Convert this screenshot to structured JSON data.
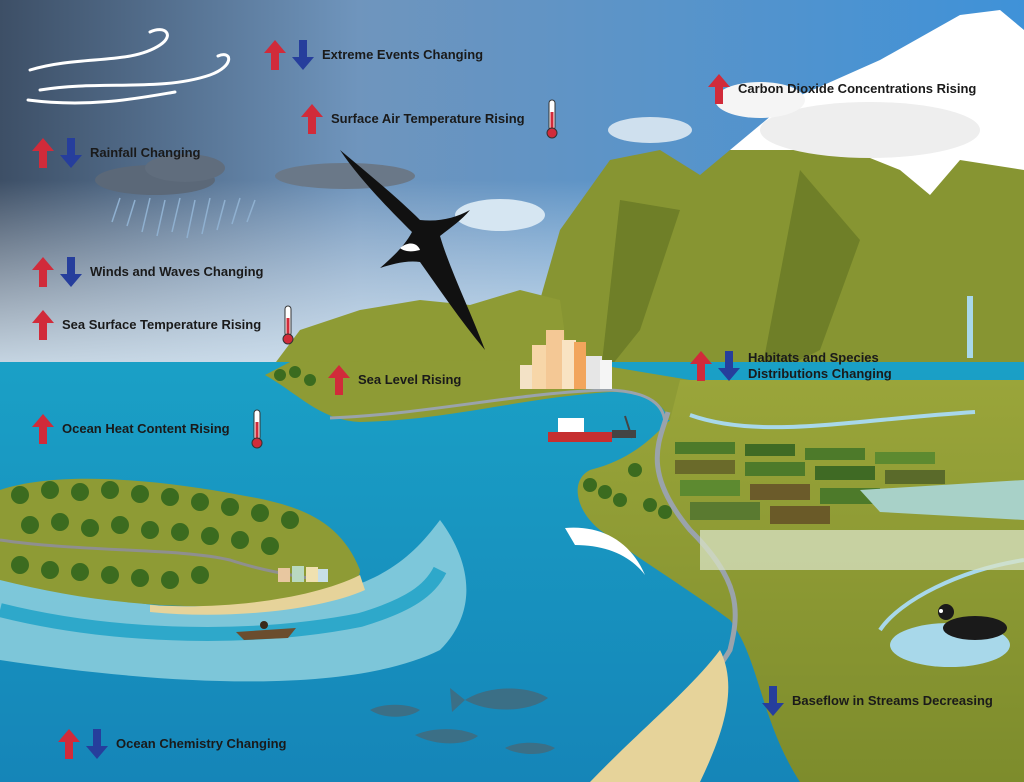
{
  "colors": {
    "up_arrow": "#d12b3a",
    "down_arrow": "#263e9c",
    "sky_top": "#3f8fd6",
    "sky_left": "#3d4f66",
    "ocean": "#1f9ec4",
    "land": "#8f9a32"
  },
  "labels": {
    "extreme_events": "Extreme Events Changing",
    "co2": "Carbon Dioxide Concentrations Rising",
    "surface_air_temp": "Surface Air Temperature Rising",
    "rainfall": "Rainfall Changing",
    "winds_waves": "Winds and Waves Changing",
    "sea_surface_temp": "Sea Surface Temperature Rising",
    "sea_level": "Sea Level Rising",
    "habitats_line1": "Habitats and Species",
    "habitats_line2": "Distributions Changing",
    "ocean_heat": "Ocean Heat Content Rising",
    "baseflow": "Baseflow in Streams Decreasing",
    "ocean_chemistry": "Ocean Chemistry Changing"
  },
  "icons": {
    "up": "arrow-up-icon",
    "down": "arrow-down-icon",
    "thermometer": "thermometer-icon"
  }
}
